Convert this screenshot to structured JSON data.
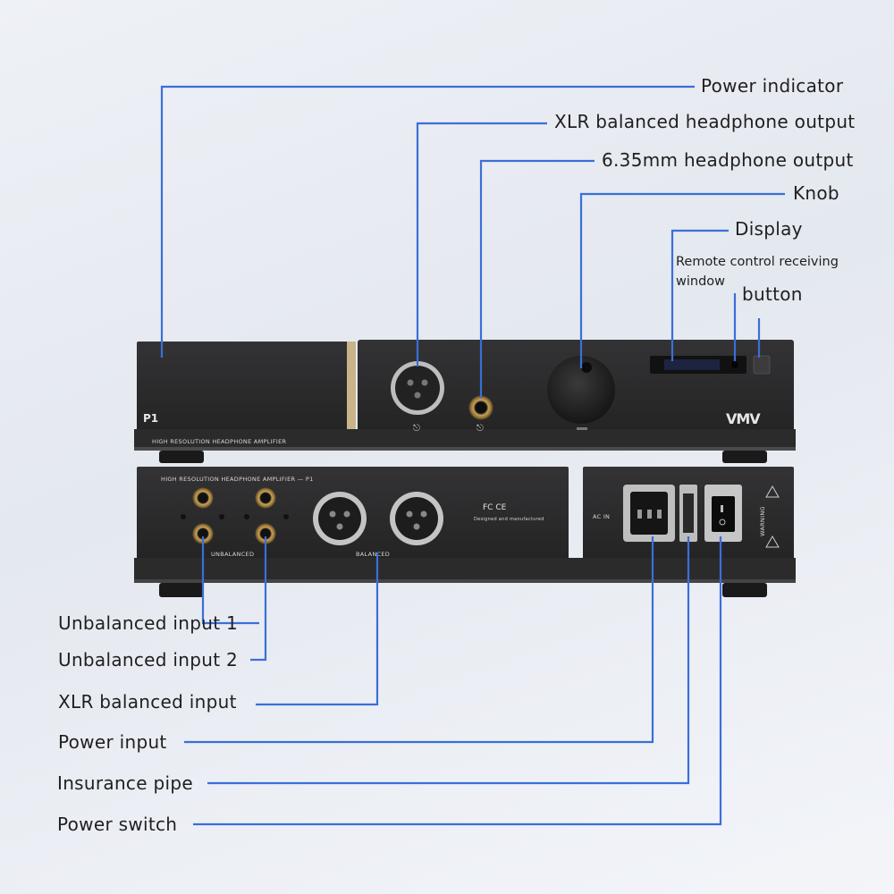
{
  "labels": {
    "power_indicator": "Power indicator",
    "xlr_headphone_output": "XLR balanced headphone output",
    "headphone_output_635": "6.35mm headphone output",
    "knob": "Knob",
    "display": "Display",
    "remote_window_line1": "Remote control receiving",
    "remote_window_line2": "window",
    "button": "button",
    "unbalanced_input_1": "Unbalanced input 1",
    "unbalanced_input_2": "Unbalanced input 2",
    "xlr_balanced_input": "XLR balanced input",
    "power_input": "Power input",
    "insurance_pipe": "Insurance pipe",
    "power_switch": "Power switch"
  },
  "device": {
    "model": "P1",
    "front_subtitle": "HIGH RESOLUTION HEADPHONE AMPLIFIER",
    "rear_header": "HIGH RESOLUTION HEADPHONE AMPLIFIER — P1",
    "unbalanced_marking": "UNBALANCED",
    "balanced_marking": "BALANCED",
    "ac_marking": "AC IN",
    "cert_marks": "FC CE",
    "made_note": "Designed and manufactured",
    "warning_text": "WARNING"
  },
  "colors": {
    "callout_line": "#3a6fd8",
    "chassis": "#2a2a2b",
    "label_text": "#1f1f1f"
  }
}
